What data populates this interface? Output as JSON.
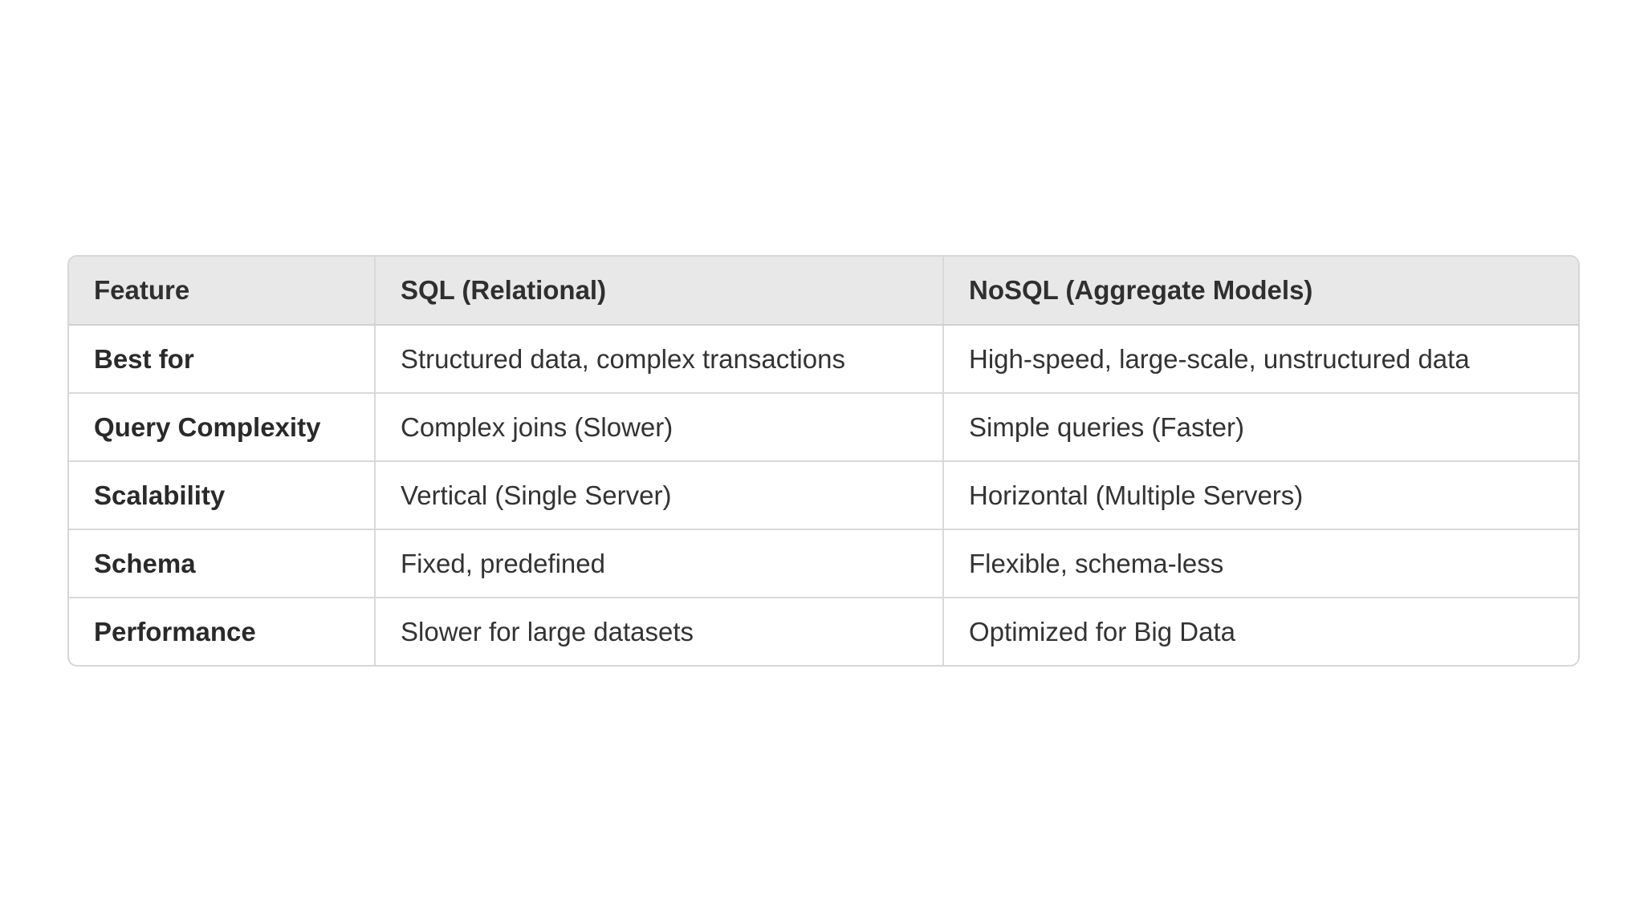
{
  "table": {
    "headers": [
      "Feature",
      "SQL (Relational)",
      "NoSQL (Aggregate Models)"
    ],
    "rows": [
      {
        "feature": "Best for",
        "sql": "Structured data, complex transactions",
        "nosql": "High-speed, large-scale, unstructured data"
      },
      {
        "feature": "Query Complexity",
        "sql": "Complex joins (Slower)",
        "nosql": "Simple queries (Faster)"
      },
      {
        "feature": "Scalability",
        "sql": "Vertical (Single Server)",
        "nosql": "Horizontal (Multiple Servers)"
      },
      {
        "feature": "Schema",
        "sql": "Fixed, predefined",
        "nosql": "Flexible, schema-less"
      },
      {
        "feature": "Performance",
        "sql": "Slower for large datasets",
        "nosql": "Optimized for Big Data"
      }
    ]
  },
  "colors": {
    "header_bg": "#e8e8e8",
    "border": "#d9d9d9",
    "text": "#2b2b2b"
  }
}
